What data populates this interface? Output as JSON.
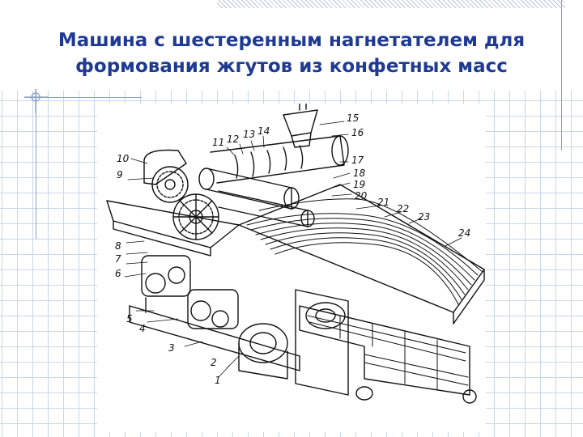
{
  "slide": {
    "title": "Машина с шестеренным нагнетателем для формования жгутов из конфетных масс"
  },
  "figure": {
    "callouts": [
      "1",
      "2",
      "3",
      "4",
      "5",
      "6",
      "7",
      "8",
      "9",
      "10",
      "11",
      "12",
      "13",
      "14",
      "15",
      "16",
      "17",
      "18",
      "19",
      "20",
      "21",
      "22",
      "23",
      "24"
    ]
  },
  "colors": {
    "title": "#1f3a93",
    "grid": "#c9d6ea",
    "frame": "#8aa0c8",
    "ink": "#111111"
  }
}
